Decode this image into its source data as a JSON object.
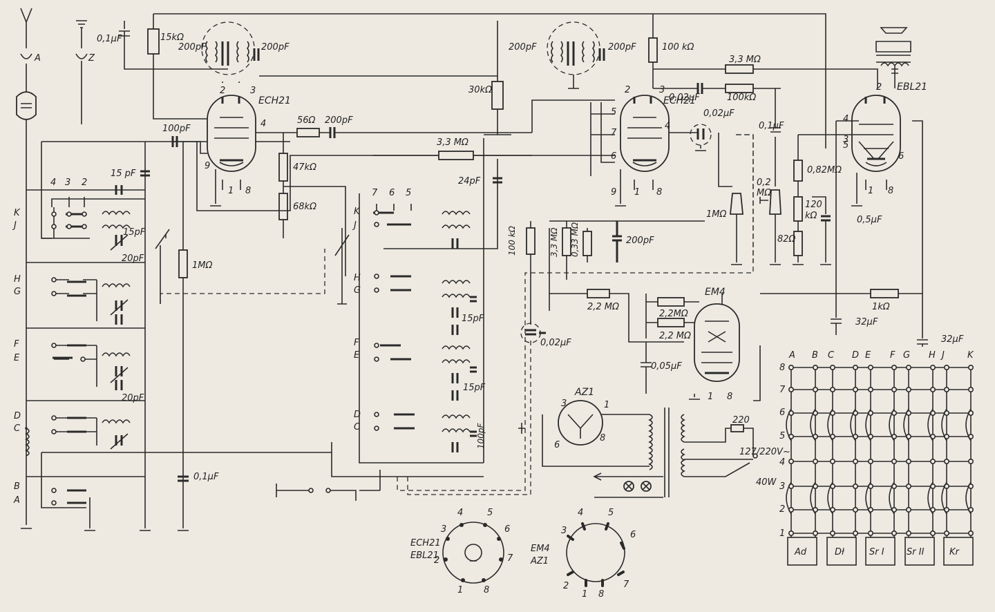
{
  "antenna": {
    "a": "A",
    "z": "Z"
  },
  "tubes": {
    "t1": "ECH21",
    "t2": "ECH21",
    "t3": "EBL21",
    "tuning": "EM4",
    "rect": "AZ1"
  },
  "tube_pins": {
    "t1": [
      "2",
      "3",
      "4",
      "9",
      "1",
      "8"
    ],
    "t2": [
      "2",
      "3",
      "5",
      "7",
      "6",
      "4",
      "9",
      "1",
      "8"
    ],
    "t3": [
      "2",
      "4",
      "3",
      "5",
      "6",
      "1",
      "8"
    ],
    "em4": [
      "1",
      "8"
    ],
    "az1": [
      "3",
      "1",
      "6",
      "8"
    ]
  },
  "resistors": {
    "r15k": "15kΩ",
    "r56": "56Ω",
    "r47k": "47kΩ",
    "r68k": "68kΩ",
    "r1m_a": "1MΩ",
    "r30k": "30kΩ",
    "r33m_a": "3,3 MΩ",
    "r100k_a": "100 kΩ",
    "r33m_b": "3,3 MΩ",
    "r100k_b": "100kΩ",
    "r02m": "0,2",
    "r02m_b": "MΩ",
    "r1m_b": "1MΩ",
    "r082m": "0,82MΩ",
    "r120k_a": "120",
    "r120k_b": "kΩ",
    "r82": "82Ω",
    "r100k_c": "100 kΩ",
    "r33m_c": "3,3 MΩ",
    "r033m": "0,33 MΩ",
    "r22m_a": "2,2 MΩ",
    "r22m_b": "2,2MΩ",
    "r22m_c": "2,2 MΩ",
    "r1k": "1kΩ",
    "r220": "220"
  },
  "capacitors": {
    "c01a": "0,1μF",
    "c200_a": "200pF",
    "c200_b": "200pF",
    "c200_c": "200pF",
    "c200_d": "200pF",
    "c200_e": "200pF",
    "c200_f": "200pF",
    "c100": "100pF",
    "c15_a": "15 pF",
    "c15_b": "15pF",
    "c20_a": "20pF",
    "c20_b": "20pF",
    "c24": "24pF",
    "c15_c": "15pF",
    "c15_d": "15pF",
    "c100_b": "100pF",
    "c002_a": "0,02μF",
    "c002_b": "0,02μF",
    "c01_b": "0,1μF",
    "c05": "0,5μF",
    "c002_c": "0,02μF",
    "c005": "0,05μF",
    "c32_a": "32μF",
    "c32_b": "32μF",
    "c01_c": "0,1μF"
  },
  "switch_left": {
    "nums": [
      "4",
      "3",
      "2"
    ],
    "letters": [
      "K",
      "J",
      "H",
      "G",
      "F",
      "E",
      "D",
      "C",
      "B",
      "A"
    ]
  },
  "switch_mid": {
    "nums": [
      "7",
      "6",
      "5"
    ],
    "letters": [
      "K",
      "J",
      "H",
      "G",
      "F",
      "E",
      "D",
      "C"
    ]
  },
  "mains": {
    "voltage": "127/220V~",
    "power": "40W"
  },
  "matrix": {
    "cols": [
      "A",
      "B",
      "C",
      "D",
      "E",
      "F",
      "G",
      "H",
      "J",
      "K"
    ],
    "rows": [
      "8",
      "7",
      "6",
      "5",
      "4",
      "3",
      "2",
      "1"
    ],
    "bands": [
      "Ad",
      "Dł",
      "Sr I",
      "Sr II",
      "Kr"
    ]
  },
  "sockets": {
    "s1_name_a": "ECH21",
    "s1_name_b": "EBL21",
    "s1_pins": [
      "4",
      "5",
      "3",
      "6",
      "2",
      "7",
      "1",
      "8"
    ],
    "s2_name_a": "EM4",
    "s2_name_b": "AZ1",
    "s2_pins": [
      "4",
      "5",
      "3",
      "6",
      "2",
      "7",
      "1",
      "8"
    ]
  }
}
